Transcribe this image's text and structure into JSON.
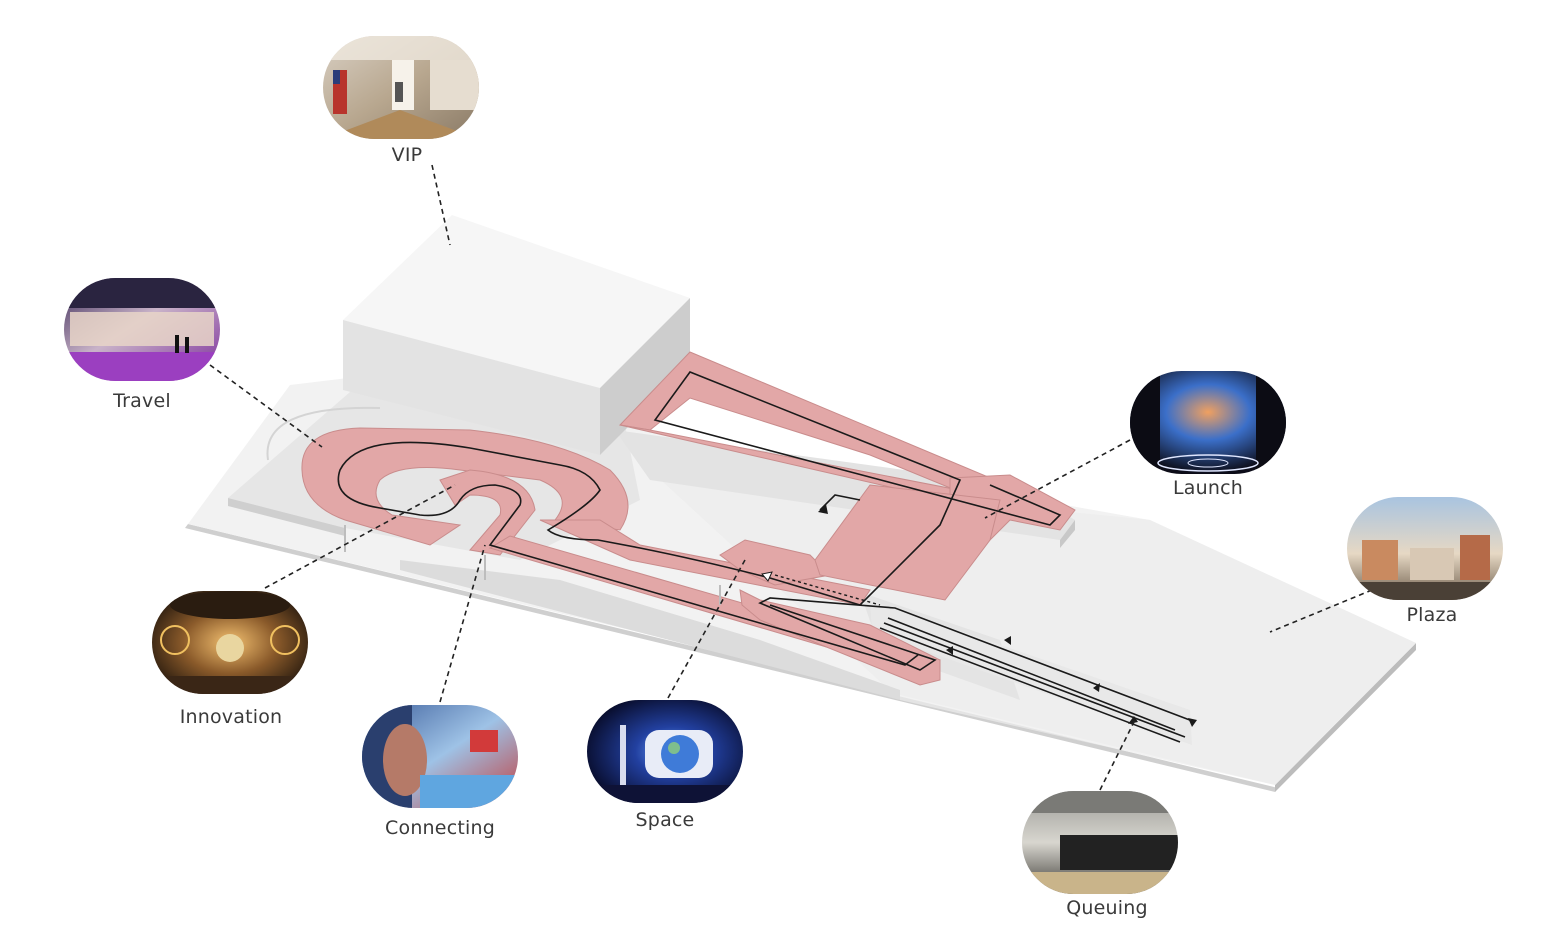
{
  "zones": [
    {
      "id": "vip",
      "label": "VIP",
      "icon": "vip-suite-photo"
    },
    {
      "id": "travel",
      "label": "Travel",
      "icon": "travel-gallery-photo"
    },
    {
      "id": "launch",
      "label": "Launch",
      "icon": "launch-theater-photo"
    },
    {
      "id": "plaza",
      "label": "Plaza",
      "icon": "plaza-photo"
    },
    {
      "id": "innovation",
      "label": "Innovation",
      "icon": "innovation-room-photo"
    },
    {
      "id": "connecting",
      "label": "Connecting",
      "icon": "connecting-exhibit-photo"
    },
    {
      "id": "space",
      "label": "Space",
      "icon": "space-exhibit-photo"
    },
    {
      "id": "queuing",
      "label": "Queuing",
      "icon": "queuing-crowd-photo"
    }
  ],
  "colors": {
    "path": "#e2a7a7",
    "path_edge": "#c98c8c",
    "massing": "#f1f1f1",
    "massing_shade": "#d9d9d9",
    "leader": "#222222",
    "text": "#3a3a3a"
  }
}
